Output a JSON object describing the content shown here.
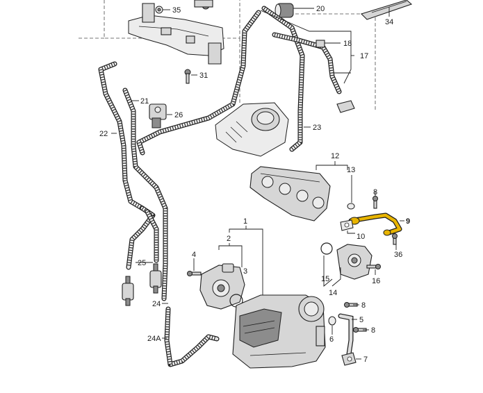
{
  "diagram": {
    "callouts": {
      "c1": "1",
      "c2": "2",
      "c3": "3",
      "c4": "4",
      "c5": "5",
      "c6": "6",
      "c7": "7",
      "c8a": "8",
      "c8b": "8",
      "c8c": "8",
      "c9": "9",
      "c10": "10",
      "c12": "12",
      "c13": "13",
      "c14": "14",
      "c15": "15",
      "c16": "16",
      "c17": "17",
      "c18": "18",
      "c20": "20",
      "c21": "21",
      "c22": "22",
      "c23": "23",
      "c24": "24",
      "c24a": "24A",
      "c25": "25",
      "c26": "26",
      "c31": "31",
      "c34": "34",
      "c35": "35",
      "c36": "36"
    },
    "highlight_color": "#e8b400"
  }
}
